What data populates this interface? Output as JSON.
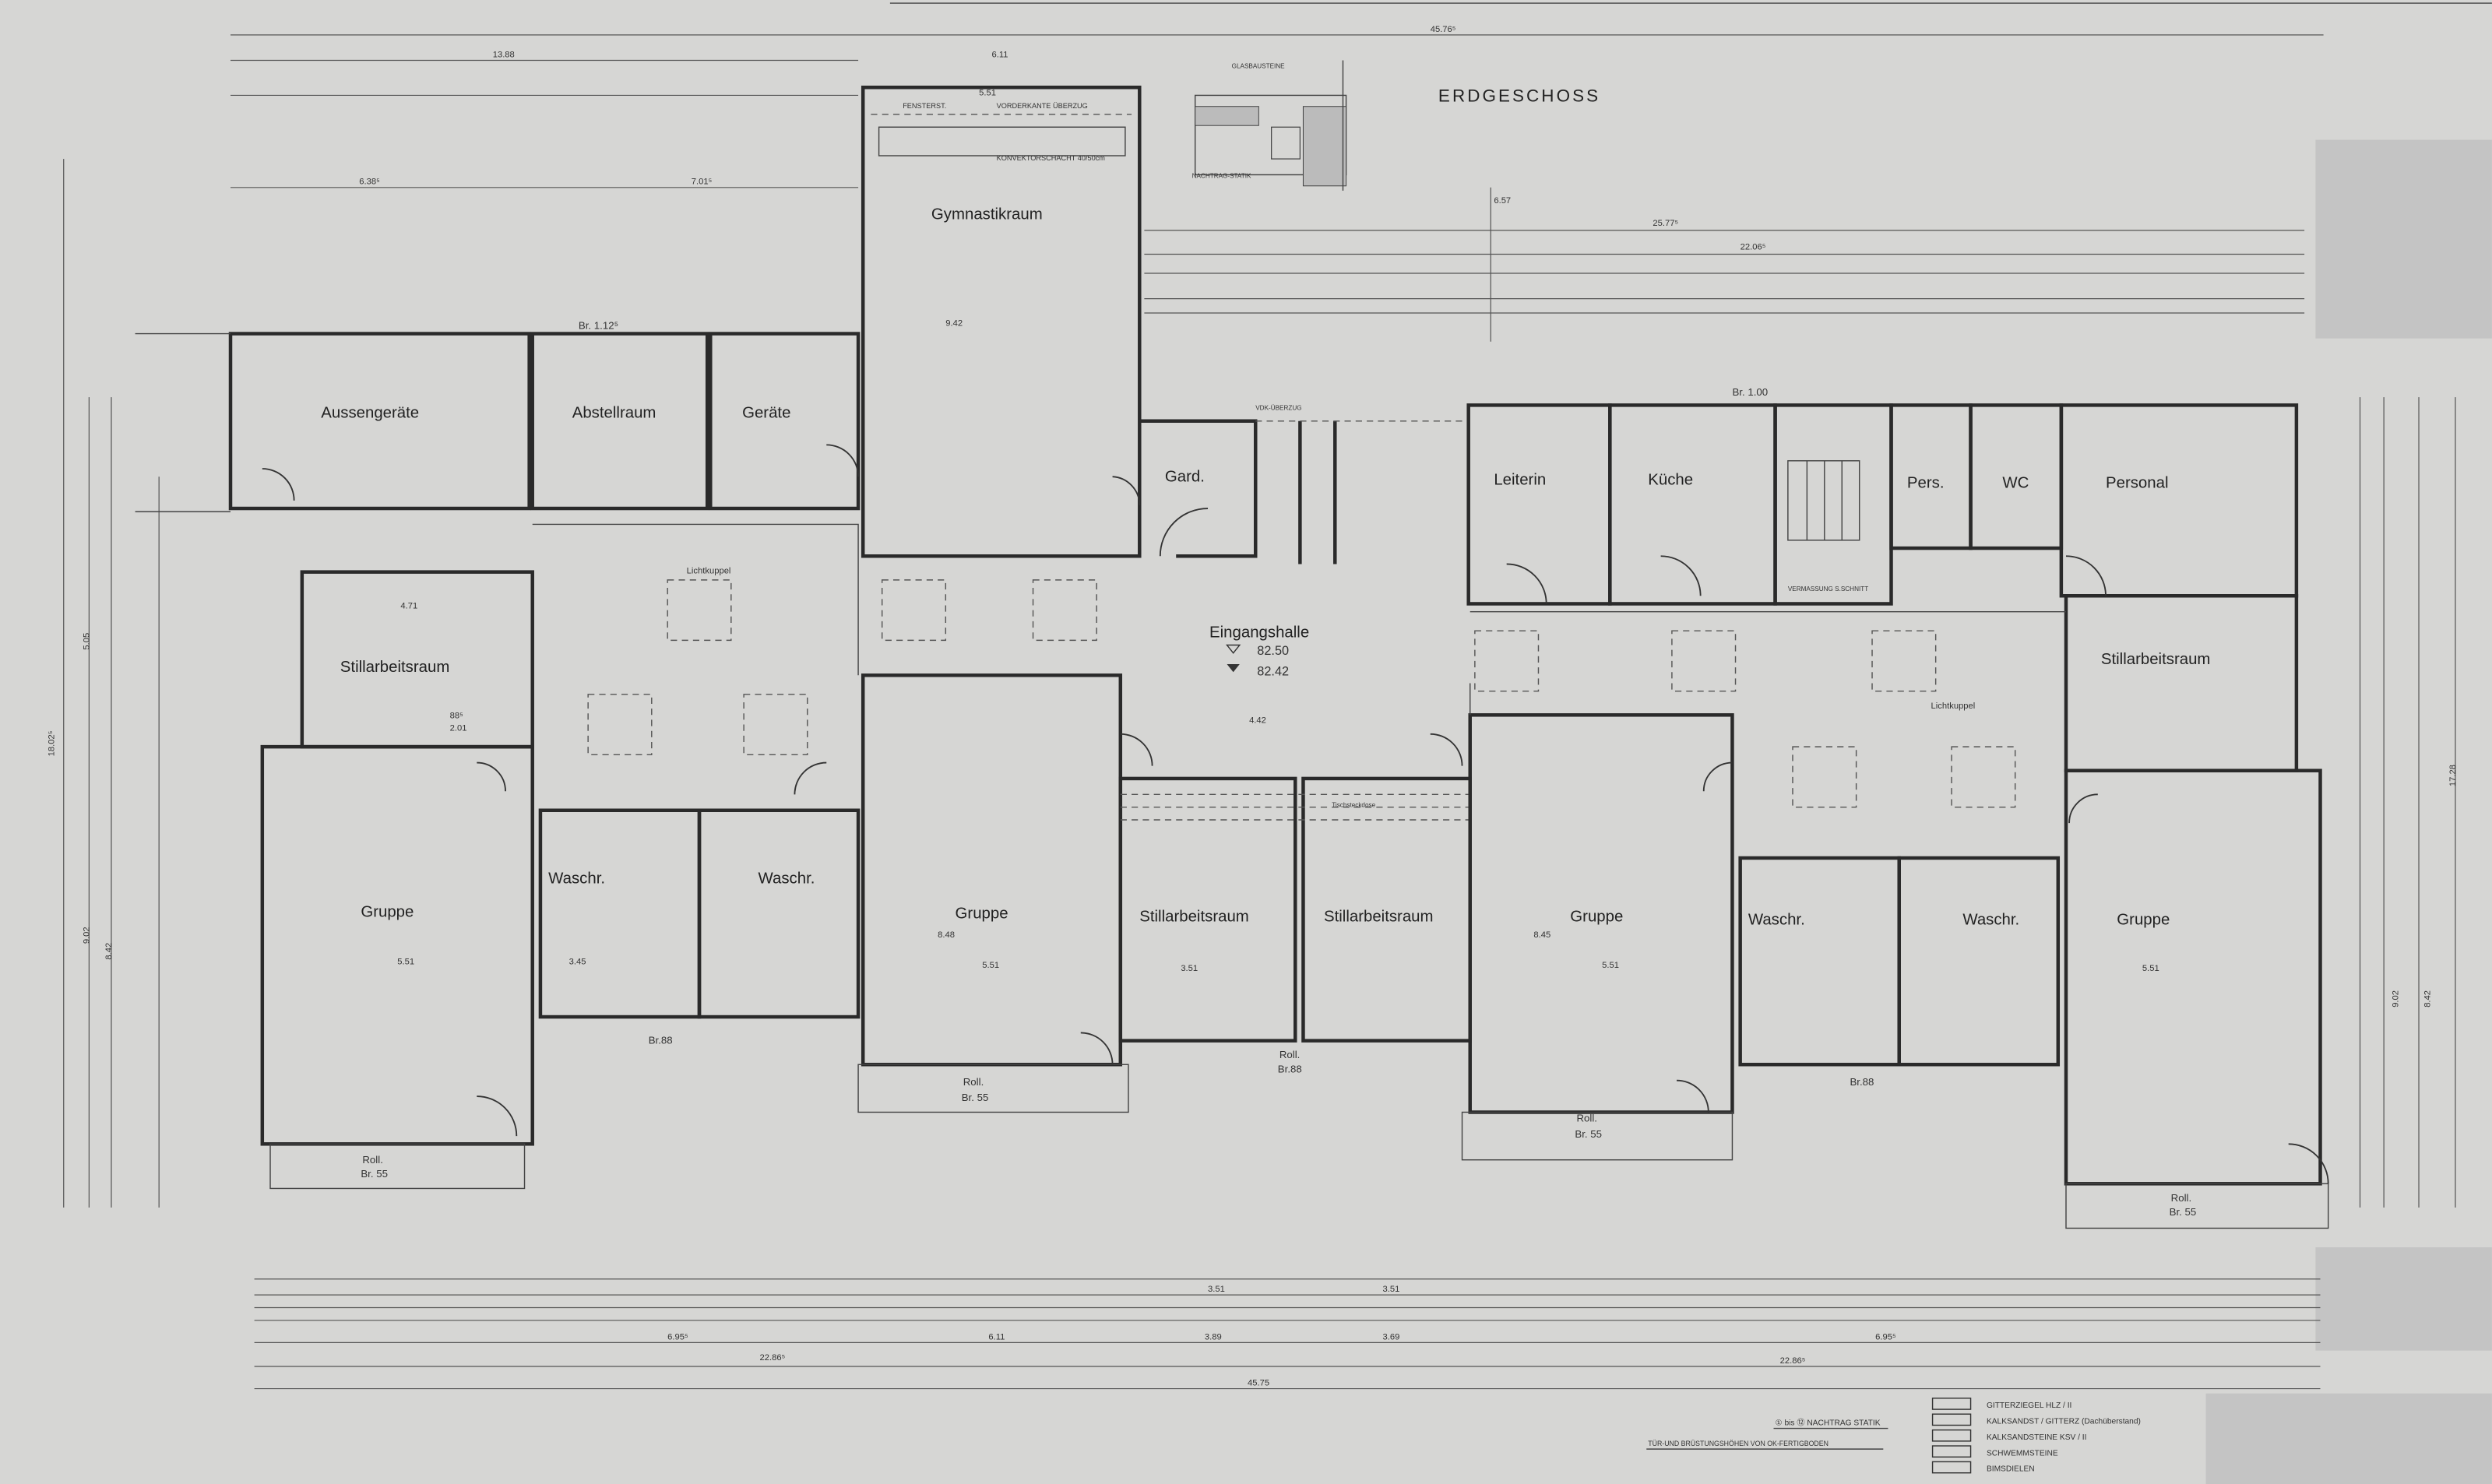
{
  "title": "ERDGESCHOSS",
  "rooms": {
    "aussengeraete": "Aussengeräte",
    "abstellraum": "Abstellraum",
    "geraete": "Geräte",
    "gymnastikraum": "Gymnastikraum",
    "garderobe": "Gard.",
    "eingangshalle": "Eingangshalle",
    "leiterin": "Leiterin",
    "kueche": "Küche",
    "pers": "Pers.",
    "wc": "WC",
    "personal": "Personal",
    "stillarbeitsraum": "Stillarbeitsraum",
    "gruppe": "Gruppe",
    "waschraum": "Waschr.",
    "lichtkuppel": "Lichtkuppel"
  },
  "elevations": {
    "finished_floor": "82.50",
    "raw_floor": "82.42",
    "hall_height": "4.42"
  },
  "annotations": {
    "fenster": "FENSTERST.",
    "vorderkante": "VORDERKANTE ÜBERZUG",
    "konvektor": "KONVEKTORSCHACHT 40/50cm",
    "nachtrag": "NACHTRAG-STATIK",
    "glasbausteine": "GLASBAUSTEINE",
    "br_112": "Br. 1.12⁵",
    "br_100": "Br. 1.00",
    "br_88": "Br.88",
    "roll": "Roll.",
    "br_55": "Br. 55",
    "roll_br88": "Br.88",
    "vermassung": "VERMASSUNG S.SCHNITT",
    "tischsteckdose": "Tischsteckdose",
    "vdk": "VDK-ÜBERZUG"
  },
  "dimensions": {
    "total_top": "45.76⁵",
    "total_bottom": "45.75",
    "d1388": "13.88",
    "d611": "6.11",
    "d551": "5.51",
    "d2577": "25.77⁵",
    "d2206": "22.06⁵",
    "d2286": "22.86⁵",
    "d2286b": "22.86⁵",
    "d695": "6.95⁵",
    "d695b": "6.95⁵",
    "d638": "6.38⁵",
    "d701": "7.01⁵",
    "d657": "6.57",
    "d942": "9.42",
    "d351": "3.51",
    "d369": "3.69",
    "d389": "3.89",
    "d1802": "18.02⁵",
    "d1728": "17.28",
    "d902": "9.02",
    "d842": "8.42",
    "d848": "8.48",
    "d845": "8.45",
    "d201": "2.01",
    "d885": "88⁵",
    "d471": "4.71",
    "d345": "3.45",
    "d505": "5.05"
  },
  "notes": {
    "statik": "① bis ⑫ NACHTRAG STATIK",
    "tuer": "TÜR-UND BRÜSTUNGSHÖHEN VON OK-FERTIGBODEN"
  },
  "legend": [
    "GITTERZIEGEL HLZ / II",
    "KALKSANDST / GITTERZ (Dachüberstand)",
    "KALKSANDSTEINE KSV / II",
    "SCHWEMMSTEINE",
    "BIMSDIELEN"
  ]
}
